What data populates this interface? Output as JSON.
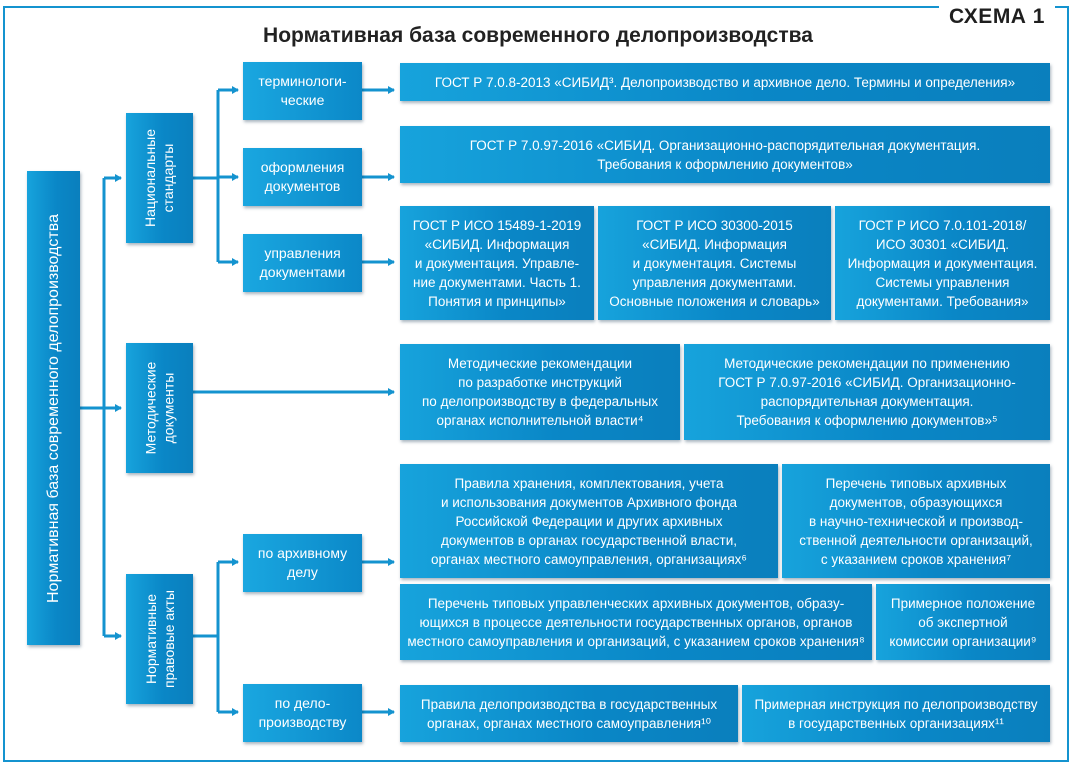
{
  "schema_label": "СХЕМА 1",
  "title": "Нормативная база современного делопроизводства",
  "root": {
    "label": "Нормативная база современного делопроизводства"
  },
  "categories": {
    "national": {
      "label": "Национальные\nстандарты"
    },
    "methodical": {
      "label": "Методические\nдокументы"
    },
    "legal": {
      "label": "Нормативные\nправовые акты"
    }
  },
  "subcategories": {
    "terminology": "терминологи-\nческие",
    "formatting": "оформления\nдокументов",
    "management": "управления\nдокументами",
    "archival": "по архивному\nделу",
    "records": "по дело-\nпроизводству"
  },
  "documents": {
    "term_gost": "ГОСТ Р 7.0.8-2013 «СИБИД³. Делопроизводство и архивное дело. Термины и определения»",
    "format_gost": "ГОСТ Р 7.0.97-2016 «СИБИД. Организационно-распорядительная документация.\nТребования к оформлению документов»",
    "mgmt_1": "ГОСТ Р ИСО 15489-1-2019\n«СИБИД. Информация\nи документация. Управле-\nние документами. Часть 1.\nПонятия и принципы»",
    "mgmt_2": "ГОСТ Р ИСО 30300-2015\n«СИБИД. Информация\nи документация. Системы\nуправления документами.\nОсновные положения и словарь»",
    "mgmt_3": "ГОСТ Р ИСО 7.0.101-2018/\nИСО 30301 «СИБИД.\nИнформация и документация.\nСистемы управления\nдокументами. Требования»",
    "method_1": "Методические рекомендации\nпо разработке инструкций\nпо делопроизводству в федеральных\nорганах исполнительной власти⁴",
    "method_2": "Методические рекомендации по применению\nГОСТ Р 7.0.97-2016 «СИБИД. Организационно-\nраспорядительная документация.\nТребования к оформлению документов»⁵",
    "archive_1": "Правила хранения, комплектования, учета\nи использования документов Архивного фонда\nРоссийской Федерации и других архивных\nдокументов в органах государственной власти,\nорганах местного самоуправления, организациях⁶",
    "archive_2": "Перечень типовых архивных\nдокументов, образующихся\nв научно-технической и производ-\nственной деятельности организаций,\nс указанием сроков хранения⁷",
    "archive_3": "Перечень типовых управленческих архивных документов, образу-\nющихся в процессе деятельности государственных органов, органов\nместного самоуправления и организаций, с указанием сроков хранения⁸",
    "archive_4": "Примерное положение\nоб экспертной\nкомиссии организации⁹",
    "records_1": "Правила делопроизводства в государственных\nорганах, органах местного самоуправления¹⁰",
    "records_2": "Примерная инструкция по делопроизводству\nв государственных организациях¹¹"
  },
  "colors": {
    "box": "#0a87c7",
    "box_light": "#17a3dc",
    "line": "#1493cf",
    "frame": "#1493cf"
  }
}
